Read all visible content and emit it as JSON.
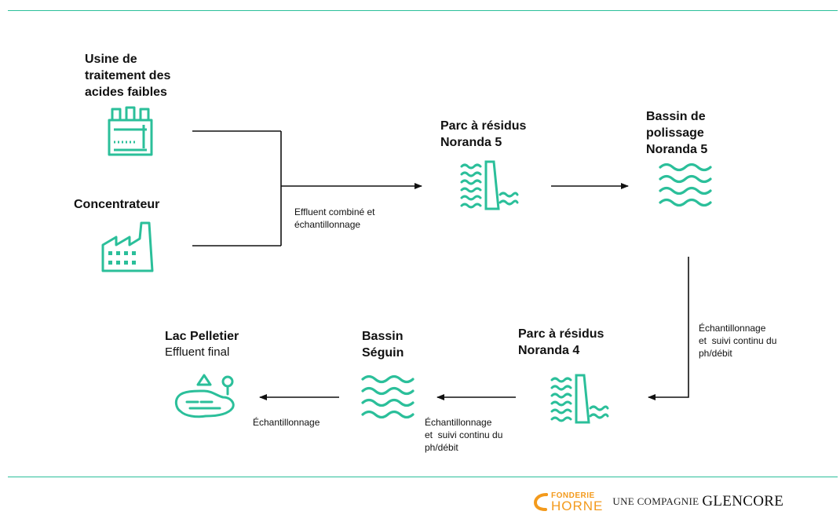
{
  "nodes": {
    "usine": {
      "title": "Usine de\ntraitement des\nacides faibles"
    },
    "concentrateur": {
      "title": "Concentrateur"
    },
    "parc5": {
      "title": "Parc à résidus\nNoranda 5"
    },
    "polissage": {
      "title": "Bassin de\npolissage\nNoranda 5"
    },
    "parc4": {
      "title": "Parc à résidus\nNoranda 4"
    },
    "seguin": {
      "title": "Bassin\nSéguin"
    },
    "lac": {
      "title": "Lac Pelletier",
      "subtitle": "Effluent final"
    }
  },
  "edges": {
    "combined": "Effluent combiné et\néchantillonnage",
    "polissage_to_parc4": "Échantillonnage\net  suivi continu du\nph/débit",
    "parc4_to_seguin": "Échantillonnage\net  suivi continu du\nph/débit",
    "seguin_to_lac": "Échantillonnage"
  },
  "footer": {
    "brand_top": "FONDERIE",
    "brand_bottom": "HORNE",
    "tagline": "UNE COMPAGNIE",
    "parent": "GLENCORE"
  },
  "colors": {
    "accent": "#2bbf9a",
    "line": "#111111",
    "brand": "#f39a1c"
  }
}
